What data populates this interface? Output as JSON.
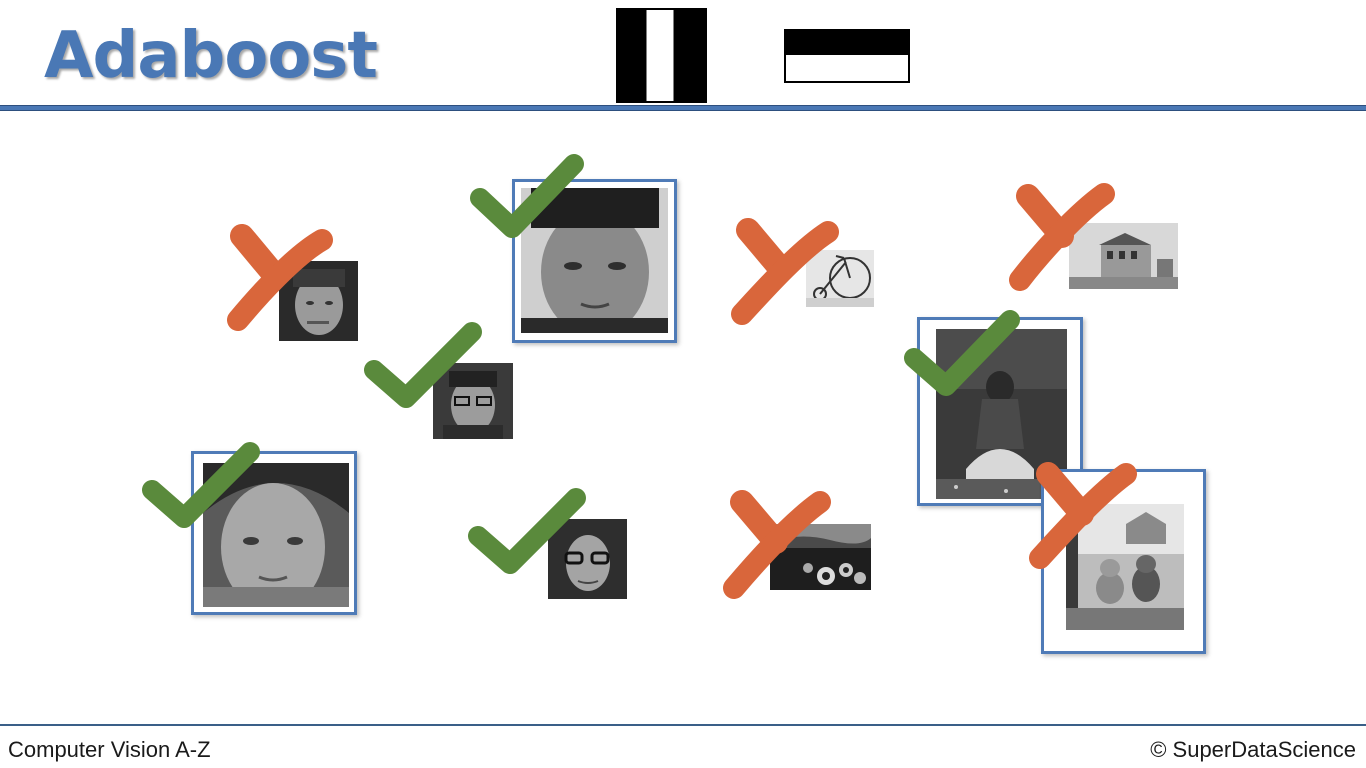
{
  "slide": {
    "title": "Adaboost",
    "footer_left": "Computer Vision A-Z",
    "footer_right": "© SuperDataScience"
  },
  "colors": {
    "accent_blue": "#4a78b5",
    "check_green": "#5a8a3c",
    "cross_orange": "#d9663b"
  },
  "images": [
    {
      "subject": "face of a young man",
      "mark": "cross-icon"
    },
    {
      "subject": "face of a young man",
      "mark": "check-icon"
    },
    {
      "subject": "face of a young man with glasses",
      "mark": "check-icon"
    },
    {
      "subject": "face of a young woman",
      "mark": "check-icon"
    },
    {
      "subject": "face of a woman with glasses",
      "mark": "check-icon"
    },
    {
      "subject": "penny-farthing bicycle",
      "mark": "cross-icon"
    },
    {
      "subject": "sunflower field",
      "mark": "cross-icon"
    },
    {
      "subject": "house",
      "mark": "cross-icon"
    },
    {
      "subject": "girl sitting in a field",
      "mark": "check-icon"
    },
    {
      "subject": "two dogs at a window",
      "mark": "cross-icon"
    }
  ]
}
